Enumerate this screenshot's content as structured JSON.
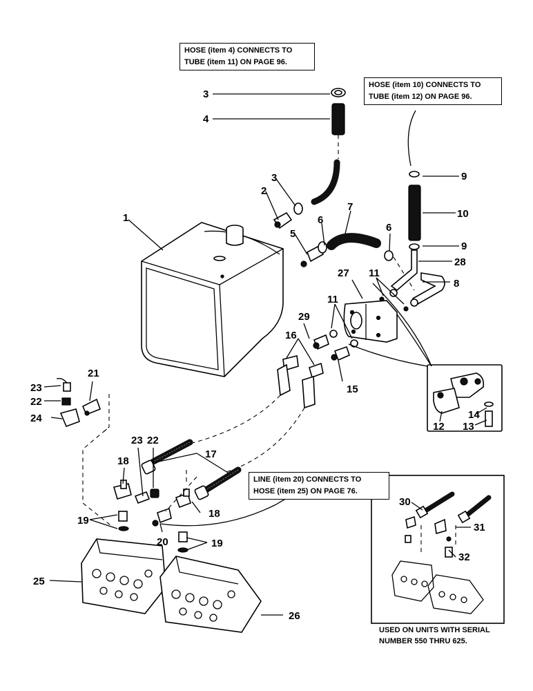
{
  "callouts": {
    "hose4": [
      "HOSE (item 4) CONNECTS TO",
      "TUBE (item 11) ON PAGE 96."
    ],
    "hose10": [
      "HOSE (item 10) CONNECTS TO",
      "TUBE (item 12) ON PAGE 96."
    ],
    "line20": [
      "LINE (item 20) CONNECTS TO",
      "HOSE (item 25) ON PAGE 76."
    ]
  },
  "caption": [
    "USED ON UNITS WITH SERIAL",
    "NUMBER 550 THRU 625."
  ],
  "part_numbers": {
    "n1": "1",
    "n2": "2",
    "n3a": "3",
    "n3b": "3",
    "n4": "4",
    "n5": "5",
    "n6a": "6",
    "n6b": "6",
    "n7": "7",
    "n8": "8",
    "n9a": "9",
    "n9b": "9",
    "n10": "10",
    "n11a": "11",
    "n11b": "11",
    "n12": "12",
    "n13": "13",
    "n14": "14",
    "n15": "15",
    "n16": "16",
    "n17": "17",
    "n18a": "18",
    "n18b": "18",
    "n19a": "19",
    "n19b": "19",
    "n20": "20",
    "n21": "21",
    "n22a": "22",
    "n22b": "22",
    "n23a": "23",
    "n23b": "23",
    "n24": "24",
    "n25": "25",
    "n26": "26",
    "n27": "27",
    "n28": "28",
    "n29": "29",
    "n30": "30",
    "n31": "31",
    "n32": "32"
  }
}
